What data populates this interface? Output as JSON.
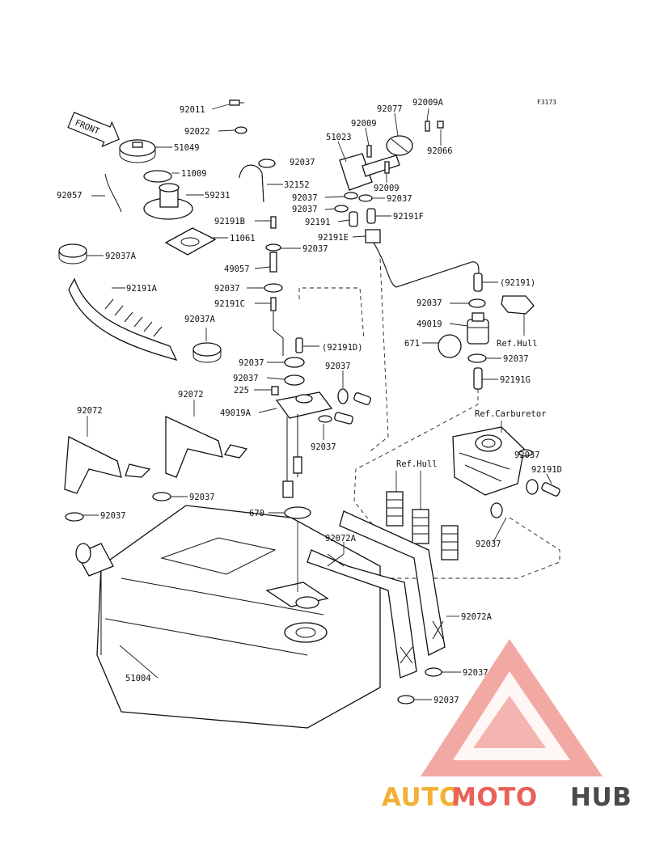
{
  "figure_code": "F3173",
  "front_arrow": "FRONT",
  "refs": {
    "hull_1": "Ref.Hull",
    "carburetor": "Ref.Carburetor",
    "hull_2": "Ref.Hull"
  },
  "labels": {
    "p92011": "92011",
    "p92022": "92022",
    "p51049": "51049",
    "p11009": "11009",
    "p92057": "92057",
    "p59231": "59231",
    "p11061": "11061",
    "p92037A_1": "92037A",
    "p92191A": "92191A",
    "p92037A_2": "92037A",
    "p92072_1": "92072",
    "p92072_2": "92072",
    "p92037_a": "92037",
    "p92037_b": "92037",
    "p51004": "51004",
    "p32152": "32152",
    "p92037_c": "92037",
    "p51023": "51023",
    "p92009_1": "92009",
    "p92077": "92077",
    "p92009A": "92009A",
    "p92066": "92066",
    "p92009_2": "92009",
    "p92037_d": "92037",
    "p92037_e": "92037",
    "p92037_f": "92037",
    "p92191": "92191",
    "p92191F": "92191F",
    "p92191E": "92191E",
    "p92191B": "92191B",
    "p92037_g": "92037",
    "p49057": "49057",
    "p92037_h": "92037",
    "p92191C": "92191C",
    "p92191_paren": "(92191)",
    "p92037_i": "92037",
    "p49019": "49019",
    "p671": "671",
    "p92037_j": "92037",
    "p92191G": "92191G",
    "p92191D_paren": "(92191D)",
    "p92037_k": "92037",
    "p92037_l": "92037",
    "p92037_m": "92037",
    "p225": "225",
    "p49019A": "49019A",
    "p92037_n": "92037",
    "p670": "670",
    "p92072A_1": "92072A",
    "p92072A_2": "92072A",
    "p92037_o": "92037",
    "p92191D": "92191D",
    "p92037_p": "92037",
    "p92037_q": "92037",
    "p92037_r": "92037"
  },
  "watermark": {
    "part1": "AUTO",
    "part2": "MOTO",
    "part3": "HUB",
    "color1": "#f2b134",
    "color2": "#e8625a",
    "color3": "#4a4a4a"
  }
}
